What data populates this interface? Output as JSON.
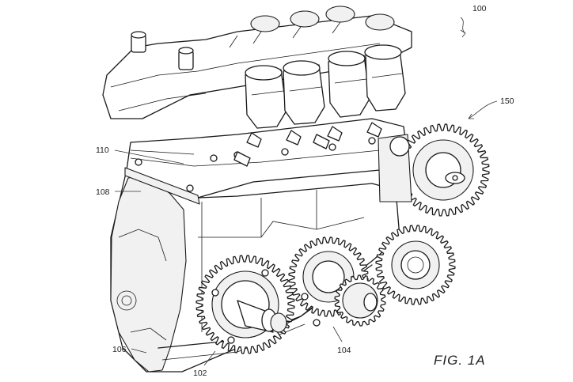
{
  "figure": {
    "label": "FIG. 1A",
    "ref_numerals": {
      "r100": "100",
      "r150": "150",
      "r110": "110",
      "r108": "108",
      "r106": "106",
      "r102": "102",
      "r104": "104"
    }
  },
  "colors": {
    "line": "#1a1a1a",
    "background": "#ffffff"
  }
}
